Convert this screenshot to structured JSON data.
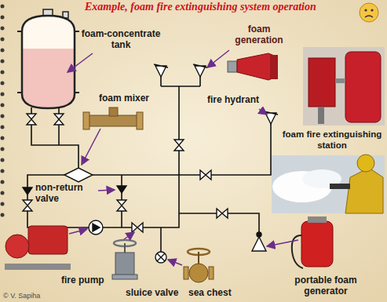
{
  "diagram": {
    "title": "Example, foam fire extinguishing system operation",
    "labels": [
      "foam-concentrate tank",
      "foam generation",
      "foam mixer",
      "fire hydrant",
      "foam fire extinguishing station",
      "non-return valve",
      "fire pump",
      "sluice valve",
      "sea chest",
      "portable foam generator",
      "© V. Sapiha"
    ]
  }
}
